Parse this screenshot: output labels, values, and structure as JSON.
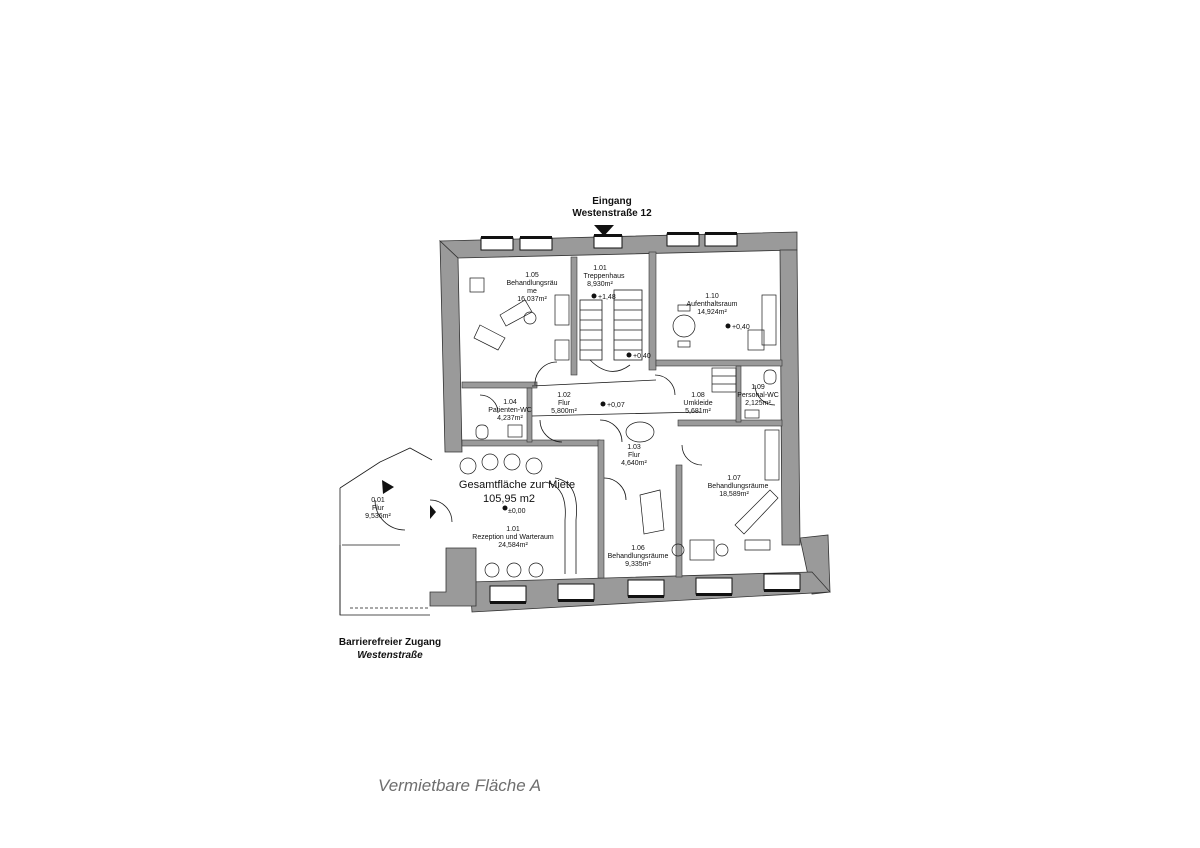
{
  "entrance_top": {
    "line1": "Eingang",
    "line2": "Westenstraße 12"
  },
  "entrance_bottom": {
    "line1": "Barrierefreier Zugang",
    "line2": "Westenstraße"
  },
  "summary": {
    "line1": "Gesamtfläche zur Miete",
    "line2": "105,95 m2"
  },
  "caption": "Vermietbare Fläche A",
  "rooms": [
    {
      "id": "1.05",
      "name": "Behandlungsräu",
      "name2": "me",
      "area": "16,037m²"
    },
    {
      "id": "1.01",
      "name": "Treppenhaus",
      "area": "8,930m²"
    },
    {
      "id": "1.10",
      "name": "Aufenthaltsraum",
      "area": "14,924m²"
    },
    {
      "id": "1.04",
      "name": "Patienten-WC",
      "area": "4,237m²"
    },
    {
      "id": "1.02",
      "name": "Flur",
      "area": "5,800m²"
    },
    {
      "id": "1.08",
      "name": "Umkleide",
      "area": "5,681m²"
    },
    {
      "id": "1.09",
      "name": "Personal-WC",
      "area": "2,125m²"
    },
    {
      "id": "1.03",
      "name": "Flur",
      "area": "4,640m²"
    },
    {
      "id": "1.07",
      "name": "Behandlungsräume",
      "area": "18,589m²"
    },
    {
      "id": "0.01",
      "name": "Flur",
      "area": "9,536m²"
    },
    {
      "id": "1.01",
      "name": "Rezeption und Warteraum",
      "area": "24,584m²"
    },
    {
      "id": "1.06",
      "name": "Behandlungsräume",
      "area": "9,335m²"
    }
  ],
  "levels": [
    "+1,48",
    "+0,40",
    "+0,40",
    "+0,07",
    "±0,00"
  ],
  "colors": {
    "wall": "#9a9a9a",
    "line": "#1a1a1a",
    "caption": "#6e6e6e"
  }
}
